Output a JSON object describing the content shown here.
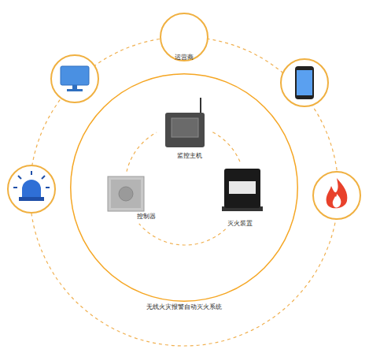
{
  "diagram": {
    "nodes": [
      {
        "text": [
          "运营商"
        ]
      },
      {
        "text": [
          "无线火灾报警自动灭火系统"
        ]
      },
      {
        "text": [
          "监控主机"
        ],
        "in": 1
      },
      {
        "text": [
          "灭火装置"
        ],
        "in": 1
      },
      {
        "text": [
          "控制器"
        ],
        "in": 1
      }
    ],
    "edges": [
      {
        "from": 2,
        "to": 3,
        "arrow": "none"
      },
      {
        "from": 3,
        "to": 4,
        "arrow": "none"
      },
      {
        "from": 4,
        "to": 2,
        "arrow": "none"
      }
    ]
  }
}
